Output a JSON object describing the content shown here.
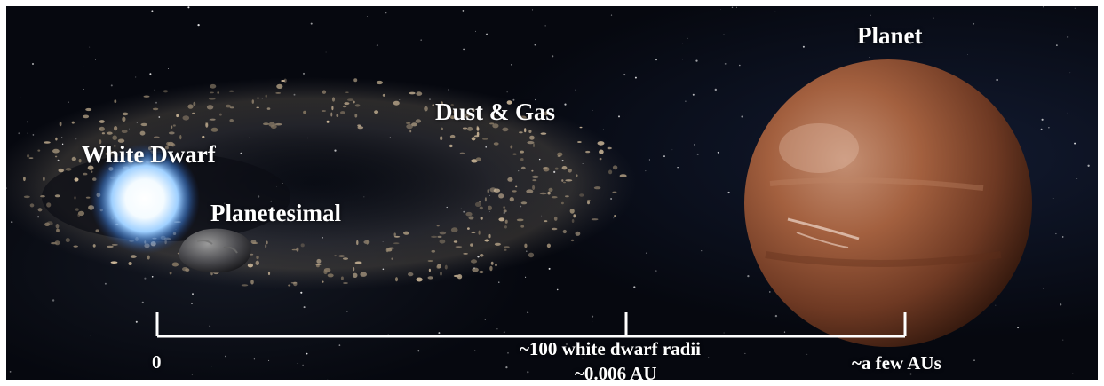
{
  "labels": {
    "planet": "Planet",
    "dust_gas": "Dust & Gas",
    "white_dwarf": "White Dwarf",
    "planetesimal": "Planetesimal"
  },
  "scale": {
    "tick_start": "0",
    "tick_middle_line1": "~100 white dwarf radii",
    "tick_middle_line2": "~0.006 AU",
    "tick_end": "~a few AUs"
  },
  "colors": {
    "background": "#06080f",
    "white_dwarf_glow": "#9fd0ff",
    "planet": "#9a5a3c",
    "scale_bar": "#ffffff"
  }
}
